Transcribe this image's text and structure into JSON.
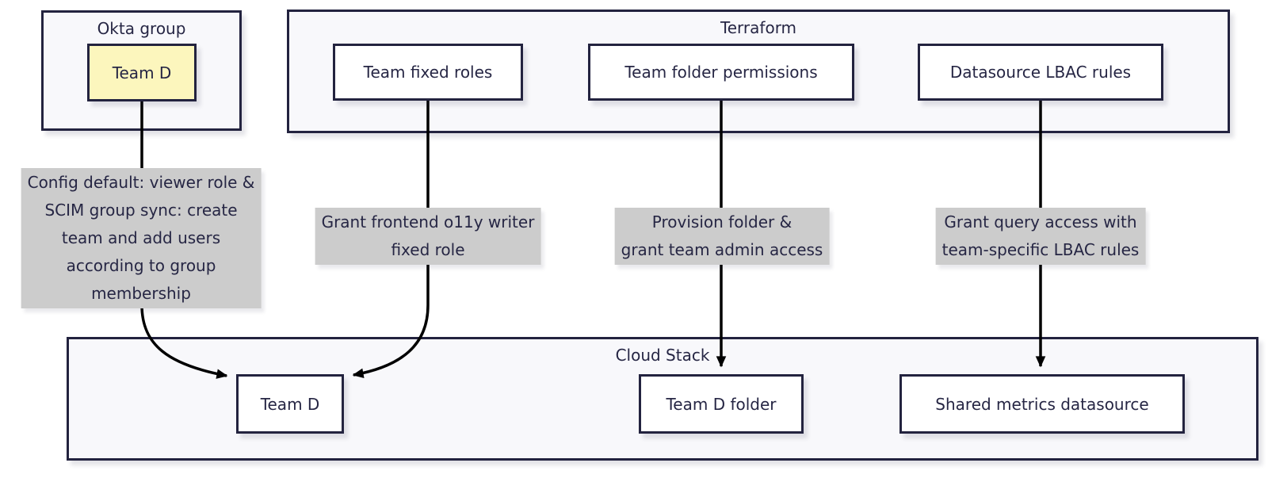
{
  "diagram": {
    "groups": {
      "okta": {
        "title": "Okta group",
        "node": "Team D"
      },
      "terraform": {
        "title": "Terraform",
        "nodes": [
          "Team fixed roles",
          "Team folder permissions",
          "Datasource LBAC rules"
        ]
      },
      "cloud_stack": {
        "title": "Cloud Stack",
        "nodes": [
          "Team D",
          "Team D folder",
          "Shared metrics datasource"
        ]
      }
    },
    "edge_labels": [
      {
        "text": "Config default: viewer role &\nSCIM group sync: create\nteam and add users\naccording to group\nmembership"
      },
      {
        "text": "Grant frontend o11y writer\nfixed role"
      },
      {
        "text": "Provision folder &\ngrant team admin access"
      },
      {
        "text": "Grant query access with\nteam-specific LBAC rules"
      }
    ],
    "colors": {
      "border": "#23233f",
      "text": "#262644",
      "container_fill": "#f8f8fb",
      "node_fill": "#ffffff",
      "highlight_node_fill": "#fcf6bd",
      "edge_label_bg": "#cccccc",
      "arrow": "#000000"
    }
  }
}
